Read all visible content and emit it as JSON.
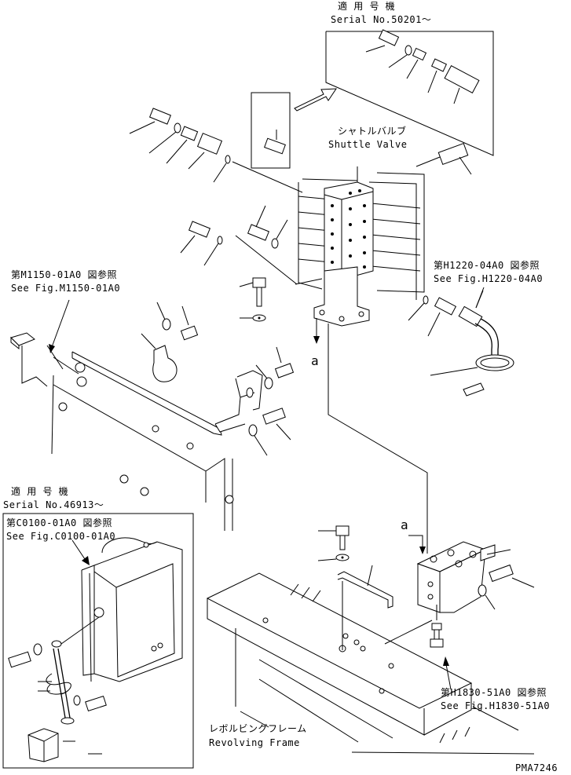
{
  "labels": {
    "serial_top_jp": "適 用 号 機",
    "serial_top_no": "Serial No.50201～",
    "shuttle_valve_jp": "シャトルバルブ",
    "shuttle_valve_en": "Shuttle Valve",
    "ref_m1150_jp": "第M1150-01A0 図参照",
    "ref_m1150_en": "See Fig.M1150-01A0",
    "ref_h1220_jp": "第H1220-04A0 図参照",
    "ref_h1220_en": "See Fig.H1220-04A0",
    "marker_a_1": "a",
    "marker_a_2": "a",
    "serial_left_jp": "適 用 号 機",
    "serial_left_no": "Serial No.46913～",
    "ref_c0100_jp": "第C0100-01A0 図参照",
    "ref_c0100_en": "See Fig.C0100-01A0",
    "ref_h1830_jp": "第H1830-51A0 図参照",
    "ref_h1830_en": "See Fig.H1830-51A0",
    "revolving_frame_jp": "レボルビングフレーム",
    "revolving_frame_en": "Revolving Frame",
    "page_code": "PMA7246"
  }
}
